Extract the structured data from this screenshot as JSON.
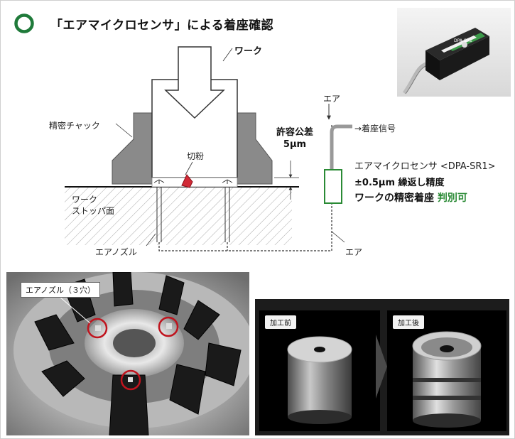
{
  "title": "「エアマイクロセンサ」による着座確認",
  "diagram": {
    "work": "ワーク",
    "chuck": "精密チャック",
    "chip": "切粉",
    "stopper": [
      "ワーク",
      "ストッパ面"
    ],
    "nozzle": "エアノズル",
    "air_top": "エア",
    "air_bottom": "エア",
    "tolerance": [
      "許容公差",
      "5μm"
    ],
    "signal": "→着座信号",
    "sensor_name": "エアマイクロセンサ <DPA-SR1>",
    "precision": "±0.5μm 繰返し精度",
    "result_text": "ワークの精密着座",
    "result_highlight": "判別可"
  },
  "photos": {
    "nozzle_label": "エアノズル（３穴）",
    "before_label": "加工前",
    "after_label": "加工後",
    "sensor_brand": "DPA-SR1"
  },
  "colors": {
    "accent_green": "#2a8a35",
    "circle_red": "#c0141e",
    "icon_green": "#1f7a3a"
  }
}
